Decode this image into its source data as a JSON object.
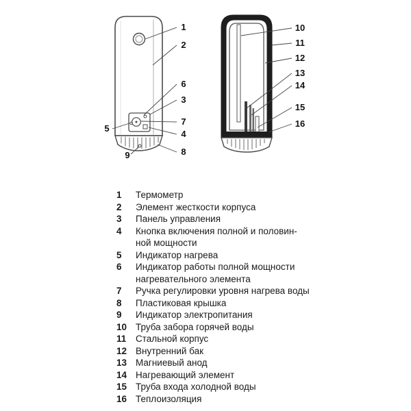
{
  "page": {
    "background": "#ffffff"
  },
  "diagram": {
    "outline_color": "#4a4a4a",
    "shell_color": "#1e1e1e",
    "left_callouts": [
      "1",
      "2",
      "6",
      "3",
      "7",
      "4",
      "8",
      "5",
      "9"
    ],
    "right_callouts": [
      "10",
      "11",
      "12",
      "13",
      "14",
      "15",
      "16"
    ]
  },
  "legend": {
    "items": [
      {
        "num": "1",
        "text": "Термометр"
      },
      {
        "num": "2",
        "text": "Элемент жесткости корпуса"
      },
      {
        "num": "3",
        "text": "Панель управления"
      },
      {
        "num": "4",
        "text": "Кнопка включения полной и половин-\nной мощности"
      },
      {
        "num": "5",
        "text": "Индикатор нагрева"
      },
      {
        "num": "6",
        "text": "Индикатор работы полной мощности\nнагревательного элемента"
      },
      {
        "num": "7",
        "text": "Ручка регулировки уровня нагрева воды"
      },
      {
        "num": "8",
        "text": "Пластиковая крышка"
      },
      {
        "num": "9",
        "text": "Индикатор электропитания"
      },
      {
        "num": "10",
        "text": "Труба забора горячей воды"
      },
      {
        "num": "11",
        "text": "Стальной корпус"
      },
      {
        "num": "12",
        "text": "Внутренний бак"
      },
      {
        "num": "13",
        "text": "Магниевый анод"
      },
      {
        "num": "14",
        "text": "Нагревающий элемент"
      },
      {
        "num": "15",
        "text": "Труба входа холодной воды"
      },
      {
        "num": "16",
        "text": "Теплоизоляция"
      }
    ]
  }
}
